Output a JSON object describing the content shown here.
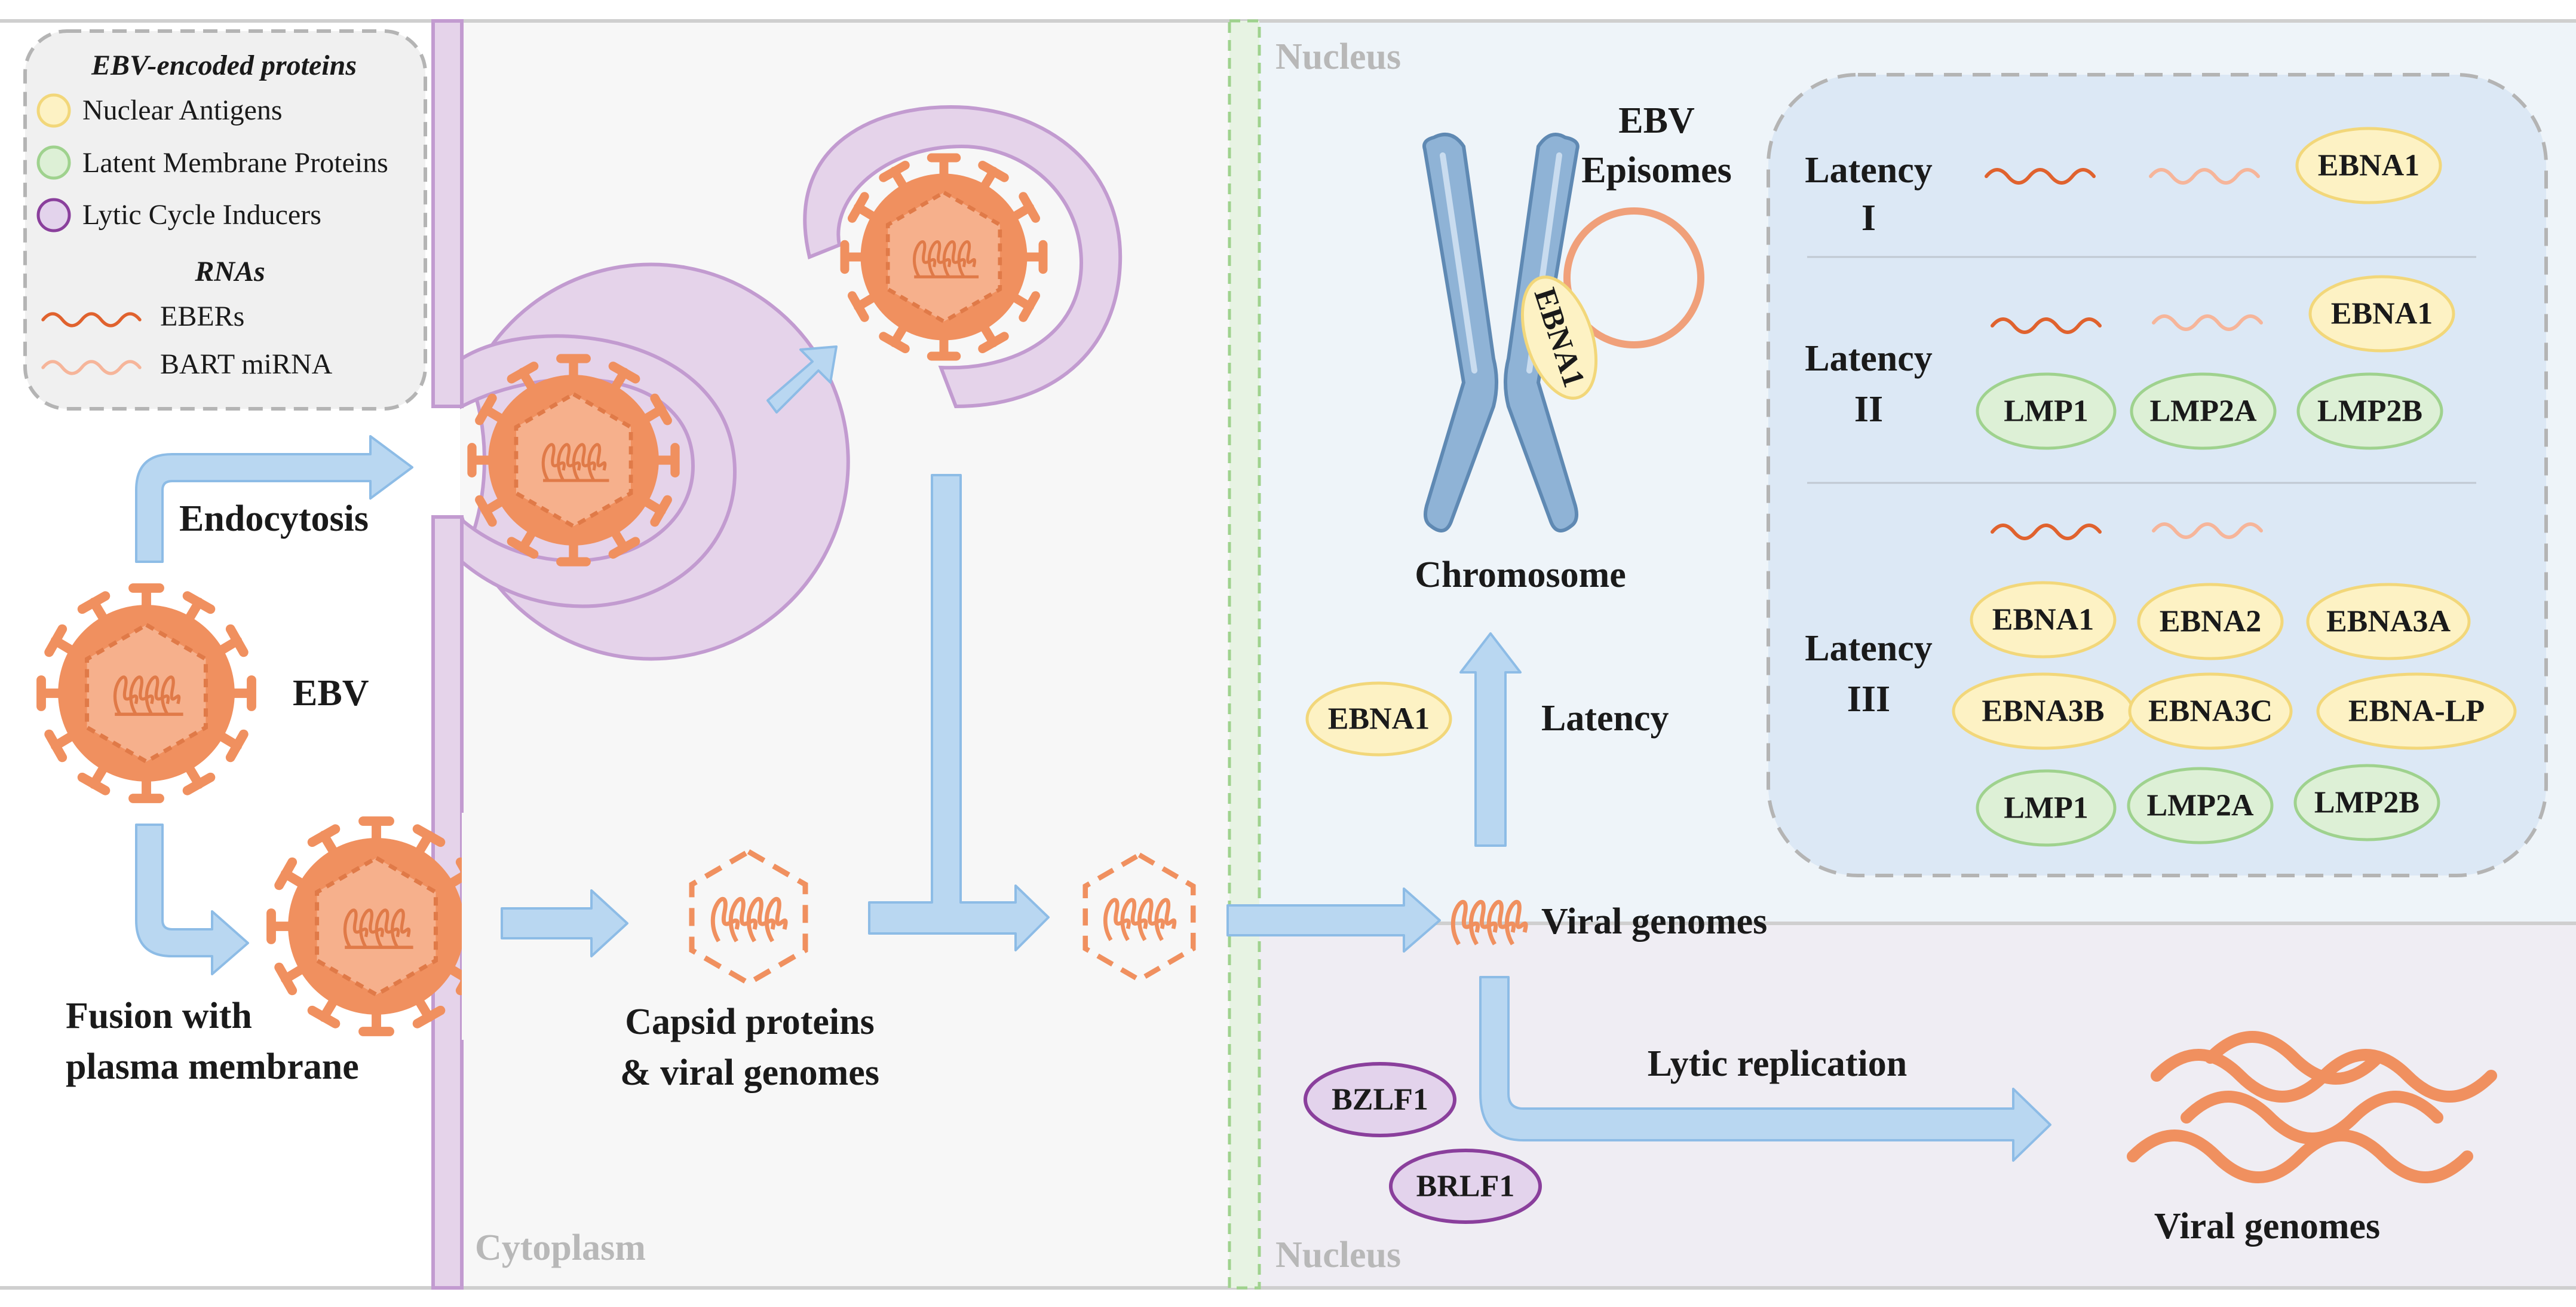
{
  "legend": {
    "proteins_title": "EBV-encoded proteins",
    "nuclear_antigens": "Nuclear Antigens",
    "latent_membrane_proteins": "Latent Membrane Proteins",
    "lytic_cycle_inducers": "Lytic Cycle Inducers",
    "rnas_title": "RNAs",
    "ebers": "EBERs",
    "bart_mirna": "BART miRNA"
  },
  "regions": {
    "cytoplasm": "Cytoplasm",
    "nucleus_top": "Nucleus",
    "nucleus_bottom": "Nucleus"
  },
  "labels": {
    "endocytosis": "Endocytosis",
    "ebv": "EBV",
    "fusion_line1": "Fusion with",
    "fusion_line2": "plasma membrane",
    "capsid_line1": "Capsid proteins",
    "capsid_line2": "& viral genomes",
    "chromosome": "Chromosome",
    "episomes_line1": "EBV",
    "episomes_line2": "Episomes",
    "latency": "Latency",
    "viral_genomes_mid": "Viral genomes",
    "lytic_replication": "Lytic replication",
    "viral_genomes_bottom": "Viral genomes"
  },
  "proteins": {
    "chromosome_ebna1": "EBNA1",
    "latency_ebna1": "EBNA1",
    "bzlf1": "BZLF1",
    "brlf1": "BRLF1"
  },
  "latency_table": {
    "latency1": {
      "line1": "Latency",
      "line2": "I",
      "ebna1": "EBNA1"
    },
    "latency2": {
      "line1": "Latency",
      "line2": "II",
      "ebna1": "EBNA1",
      "lmp1": "LMP1",
      "lmp2a": "LMP2A",
      "lmp2b": "LMP2B"
    },
    "latency3": {
      "line1": "Latency",
      "line2": "III",
      "ebna1": "EBNA1",
      "ebna2": "EBNA2",
      "ebna3a": "EBNA3A",
      "ebna3b": "EBNA3B",
      "ebna3c": "EBNA3C",
      "ebnalp": "EBNA-LP",
      "lmp1": "LMP1",
      "lmp2a": "LMP2A",
      "lmp2b": "LMP2B"
    }
  },
  "colors": {
    "nuclear_antigen_fill": "#fdf2c4",
    "nuclear_antigen_stroke": "#f2d77a",
    "lmp_fill": "#ddf0d6",
    "lmp_stroke": "#9fd28e",
    "lytic_fill": "#e3d3ec",
    "lytic_stroke": "#8a3f9c",
    "virus": "#f0905f",
    "virus_inner": "#f6b08c",
    "arrow": "#b9d7f1",
    "arrow_stroke": "#8dbce6",
    "membrane": "#e5d3ea",
    "membrane_stroke": "#c29bd0",
    "eber": "#e0622e",
    "bart": "#f6b59a",
    "nucleus_top_bg": "#eef4f9",
    "nucleus_bottom_bg": "#efedf3",
    "latency_box": "#dce8f5"
  }
}
